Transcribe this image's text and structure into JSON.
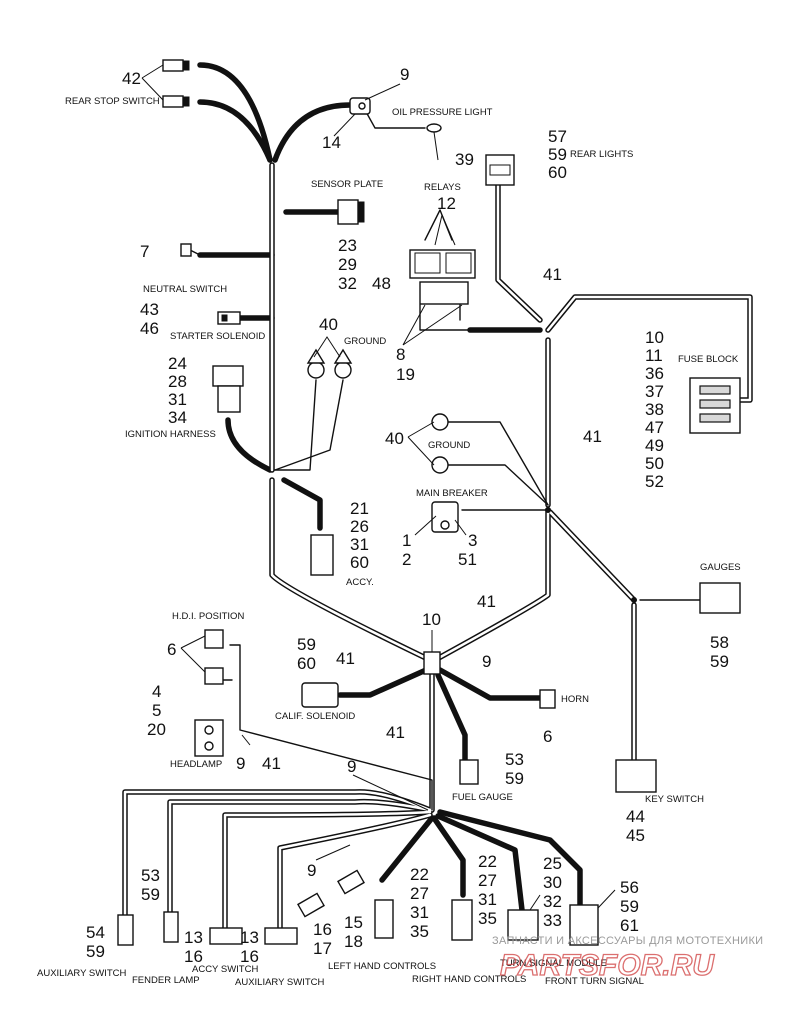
{
  "diagram": {
    "components": {
      "rear_stop_switch": "REAR STOP SWITCH",
      "oil_pressure_light": "OIL PRESSURE LIGHT",
      "rear_lights": "REAR LIGHTS",
      "sensor_plate": "SENSOR PLATE",
      "relays": "RELAYS",
      "neutral_switch": "NEUTRAL SWITCH",
      "starter_solenoid": "STARTER SOLENOID",
      "ground_1": "GROUND",
      "ground_2": "GROUND",
      "fuse_block": "FUSE BLOCK",
      "ignition_harness": "IGNITION HARNESS",
      "main_breaker": "MAIN BREAKER",
      "accy": "ACCY.",
      "gauges": "GAUGES",
      "hdi_position": "H.D.I. POSITION",
      "calif_solenoid": "CALIF. SOLENOID",
      "horn": "HORN",
      "headlamp": "HEADLAMP",
      "fuel_gauge": "FUEL GAUGE",
      "key_switch": "KEY SWITCH",
      "auxiliary_switch_left": "AUXILIARY SWITCH",
      "fender_lamp": "FENDER LAMP",
      "accy_switch": "ACCY SWITCH",
      "auxiliary_switch": "AUXILIARY SWITCH",
      "left_hand_controls": "LEFT HAND CONTROLS",
      "right_hand_controls": "RIGHT HAND CONTROLS",
      "turn_signal_module": "TURN SIGNAL MODULE",
      "front_turn_signal": "FRONT TURN SIGNAL"
    },
    "callouts": {
      "c42": "42",
      "c9_top": "9",
      "c14": "14",
      "c39": "39",
      "c57": "57",
      "c59_rl": "59",
      "c60_rl": "60",
      "c12": "12",
      "c48": "48",
      "c8": "8",
      "c19": "19",
      "c7": "7",
      "c23": "23",
      "c29": "29",
      "c32_sp": "32",
      "c43": "43",
      "c46": "46",
      "c41_a": "41",
      "c40_a": "40",
      "c10_fb": "10",
      "c11": "11",
      "c36": "36",
      "c37": "37",
      "c38": "38",
      "c47": "47",
      "c49": "49",
      "c50": "50",
      "c52": "52",
      "c24": "24",
      "c28": "28",
      "c31_ih": "31",
      "c34": "34",
      "c41_b": "41",
      "c40_b": "40",
      "c1": "1",
      "c2": "2",
      "c3": "3",
      "c51": "51",
      "c21": "21",
      "c26": "26",
      "c31_ac": "31",
      "c60_ac": "60",
      "c10_c": "10",
      "c41_c": "41",
      "c41_d": "41",
      "c9_c": "9",
      "c6_hdi": "6",
      "c58": "58",
      "c59_g": "59",
      "c59_cs": "59",
      "c60_cs": "60",
      "c4": "4",
      "c5": "5",
      "c20": "20",
      "c6_horn": "6",
      "c9_hl": "9",
      "c41_e": "41",
      "c41_f": "41",
      "c9_lo": "9",
      "c53_fg": "53",
      "c59_fg": "59",
      "c44": "44",
      "c45": "45",
      "c9_m": "9",
      "c22_l": "22",
      "c27_l": "27",
      "c31_l": "31",
      "c35_l": "35",
      "c22_r": "22",
      "c27_r": "27",
      "c31_r": "31",
      "c35_r": "35",
      "c25": "25",
      "c30": "30",
      "c32_t": "32",
      "c33": "33",
      "c56": "56",
      "c59_f": "59",
      "c61": "61",
      "c54": "54",
      "c59_a": "59",
      "c53_l": "53",
      "c59_l": "59",
      "c13_a": "13",
      "c16_a": "16",
      "c13_b": "13",
      "c16_b": "16",
      "c16_c": "16",
      "c17": "17",
      "c15": "15",
      "c18": "18"
    }
  },
  "watermark": {
    "line1": "ЗАПЧАСТИ И АКСЕССУАРЫ ДЛЯ МОТОТЕХНИКИ",
    "line2": "PARTSFOR.RU",
    "color": "#d04040"
  }
}
